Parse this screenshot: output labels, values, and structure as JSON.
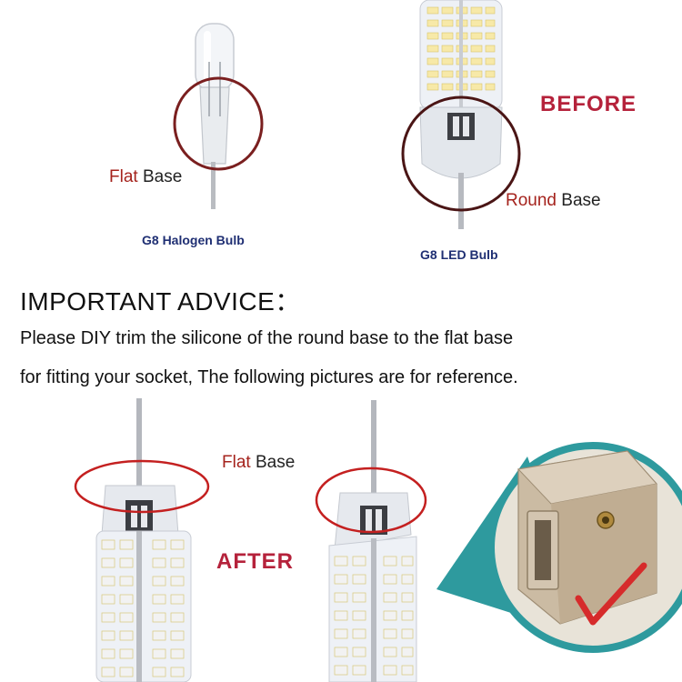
{
  "top": {
    "halogen_caption": "G8 Halogen Bulb",
    "led_caption": "G8 LED Bulb",
    "flat_base_red": "Flat",
    "flat_base_black": "Base",
    "round_base_red": "Round",
    "round_base_black": "Base",
    "before_label": "BEFORE"
  },
  "advice": {
    "title": "IMPORTANT ADVICE：",
    "line1": "Please DIY trim the silicone of the round base to the flat base",
    "line2": "for fitting your socket, The following pictures are for reference."
  },
  "bottom": {
    "flat_base_red": "Flat",
    "flat_base_black": "Base",
    "after_label": "AFTER"
  },
  "colors": {
    "accent_red": "#a5231d",
    "caption_blue": "#1f2f73",
    "callout_teal": "#2e9a9e",
    "check_red": "#d62b2b"
  }
}
